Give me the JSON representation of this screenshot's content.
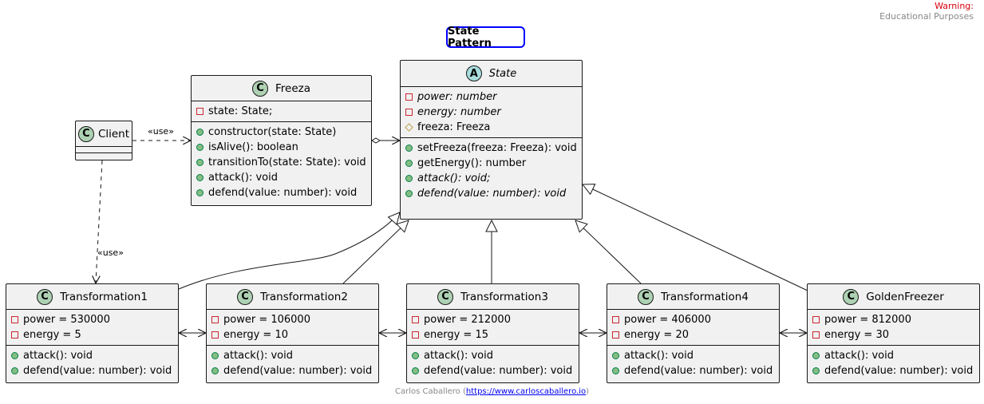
{
  "warning": {
    "line1": "Warning:",
    "line2": "Educational Purposes"
  },
  "title": "State Pattern",
  "footer": {
    "author": "Carlos Caballero (",
    "link": "https://www.carloscaballero.io",
    "close": ")"
  },
  "colors": {
    "title_border": "#0000ff",
    "class_badge": "#add1b2",
    "abstract_badge": "#a9dcdf",
    "box_bg": "#f1f1f1",
    "warning": "#d8000c"
  },
  "relations": {
    "client_freeza": "«use»",
    "client_t1": "«use»"
  },
  "classes": {
    "client": {
      "name": "Client",
      "badge": "C"
    },
    "freeza": {
      "name": "Freeza",
      "badge": "C",
      "fields": [
        {
          "vis": "private",
          "text": "state: State;"
        }
      ],
      "methods": [
        {
          "vis": "public",
          "text": "constructor(state: State)"
        },
        {
          "vis": "public",
          "text": "isAlive(): boolean"
        },
        {
          "vis": "public",
          "text": "transitionTo(state: State): void"
        },
        {
          "vis": "public",
          "text": "attack(): void"
        },
        {
          "vis": "public",
          "text": "defend(value: number): void"
        }
      ]
    },
    "state": {
      "name": "State",
      "badge": "A",
      "fields": [
        {
          "vis": "private",
          "text": "power: number",
          "italic": true
        },
        {
          "vis": "private",
          "text": "energy: number",
          "italic": true
        },
        {
          "vis": "protected",
          "text": "freeza: Freeza"
        }
      ],
      "methods": [
        {
          "vis": "public",
          "text": "setFreeza(freeza: Freeza): void"
        },
        {
          "vis": "public",
          "text": "getEnergy(): number"
        },
        {
          "vis": "public",
          "text": "attack(): void;",
          "italic": true
        },
        {
          "vis": "public",
          "text": "defend(value: number): void",
          "italic": true
        }
      ]
    },
    "t1": {
      "name": "Transformation1",
      "badge": "C",
      "fields": [
        {
          "vis": "private",
          "text": "power = 530000"
        },
        {
          "vis": "private",
          "text": "energy = 5"
        }
      ],
      "methods": [
        {
          "vis": "public",
          "text": "attack(): void"
        },
        {
          "vis": "public",
          "text": "defend(value: number): void"
        }
      ]
    },
    "t2": {
      "name": "Transformation2",
      "badge": "C",
      "fields": [
        {
          "vis": "private",
          "text": "power = 106000"
        },
        {
          "vis": "private",
          "text": "energy = 10"
        }
      ],
      "methods": [
        {
          "vis": "public",
          "text": "attack(): void"
        },
        {
          "vis": "public",
          "text": "defend(value: number): void"
        }
      ]
    },
    "t3": {
      "name": "Transformation3",
      "badge": "C",
      "fields": [
        {
          "vis": "private",
          "text": "power = 212000"
        },
        {
          "vis": "private",
          "text": "energy = 15"
        }
      ],
      "methods": [
        {
          "vis": "public",
          "text": "attack(): void"
        },
        {
          "vis": "public",
          "text": "defend(value: number): void"
        }
      ]
    },
    "t4": {
      "name": "Transformation4",
      "badge": "C",
      "fields": [
        {
          "vis": "private",
          "text": "power = 406000"
        },
        {
          "vis": "private",
          "text": "energy = 20"
        }
      ],
      "methods": [
        {
          "vis": "public",
          "text": "attack(): void"
        },
        {
          "vis": "public",
          "text": "defend(value: number): void"
        }
      ]
    },
    "gold": {
      "name": "GoldenFreezer",
      "badge": "C",
      "fields": [
        {
          "vis": "private",
          "text": "power = 812000"
        },
        {
          "vis": "private",
          "text": "energy = 30"
        }
      ],
      "methods": [
        {
          "vis": "public",
          "text": "attack(): void"
        },
        {
          "vis": "public",
          "text": "defend(value: number): void"
        }
      ]
    }
  }
}
